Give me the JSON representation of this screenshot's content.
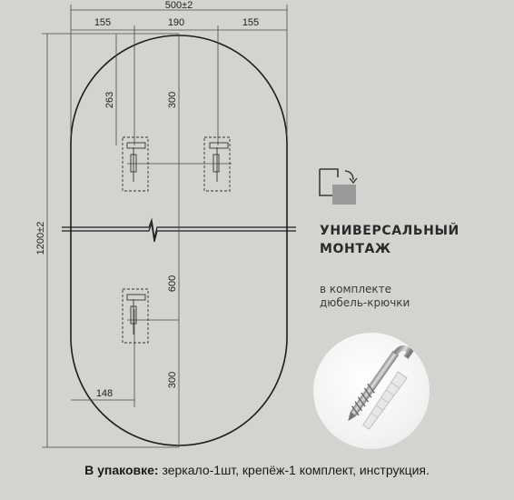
{
  "dimensions": {
    "total_width": "500±2",
    "segment_left": "155",
    "segment_middle": "190",
    "segment_right": "155",
    "total_height": "1200±2",
    "upper_hook_offset": "263",
    "upper_vertical": "300",
    "middle_vertical": "600",
    "lower_vertical": "300",
    "lower_hook_offset": "148"
  },
  "info": {
    "heading_line1": "УНИВЕРСАЛЬНЫЙ",
    "heading_line2": "МОНТАЖ",
    "sub_line1": "в комплекте",
    "sub_line2": "дюбель-крючки"
  },
  "footer": {
    "label": "В упаковке:",
    "text": " зеркало-1шт, крепёж-1 комплект, инструкция."
  },
  "colors": {
    "background": "#d4d3d0",
    "outline": "#1c1c1c",
    "dimension_line": "#4a4a4a"
  },
  "icons": [
    "rotate-orientation-icon",
    "dowel-hook-photo"
  ]
}
